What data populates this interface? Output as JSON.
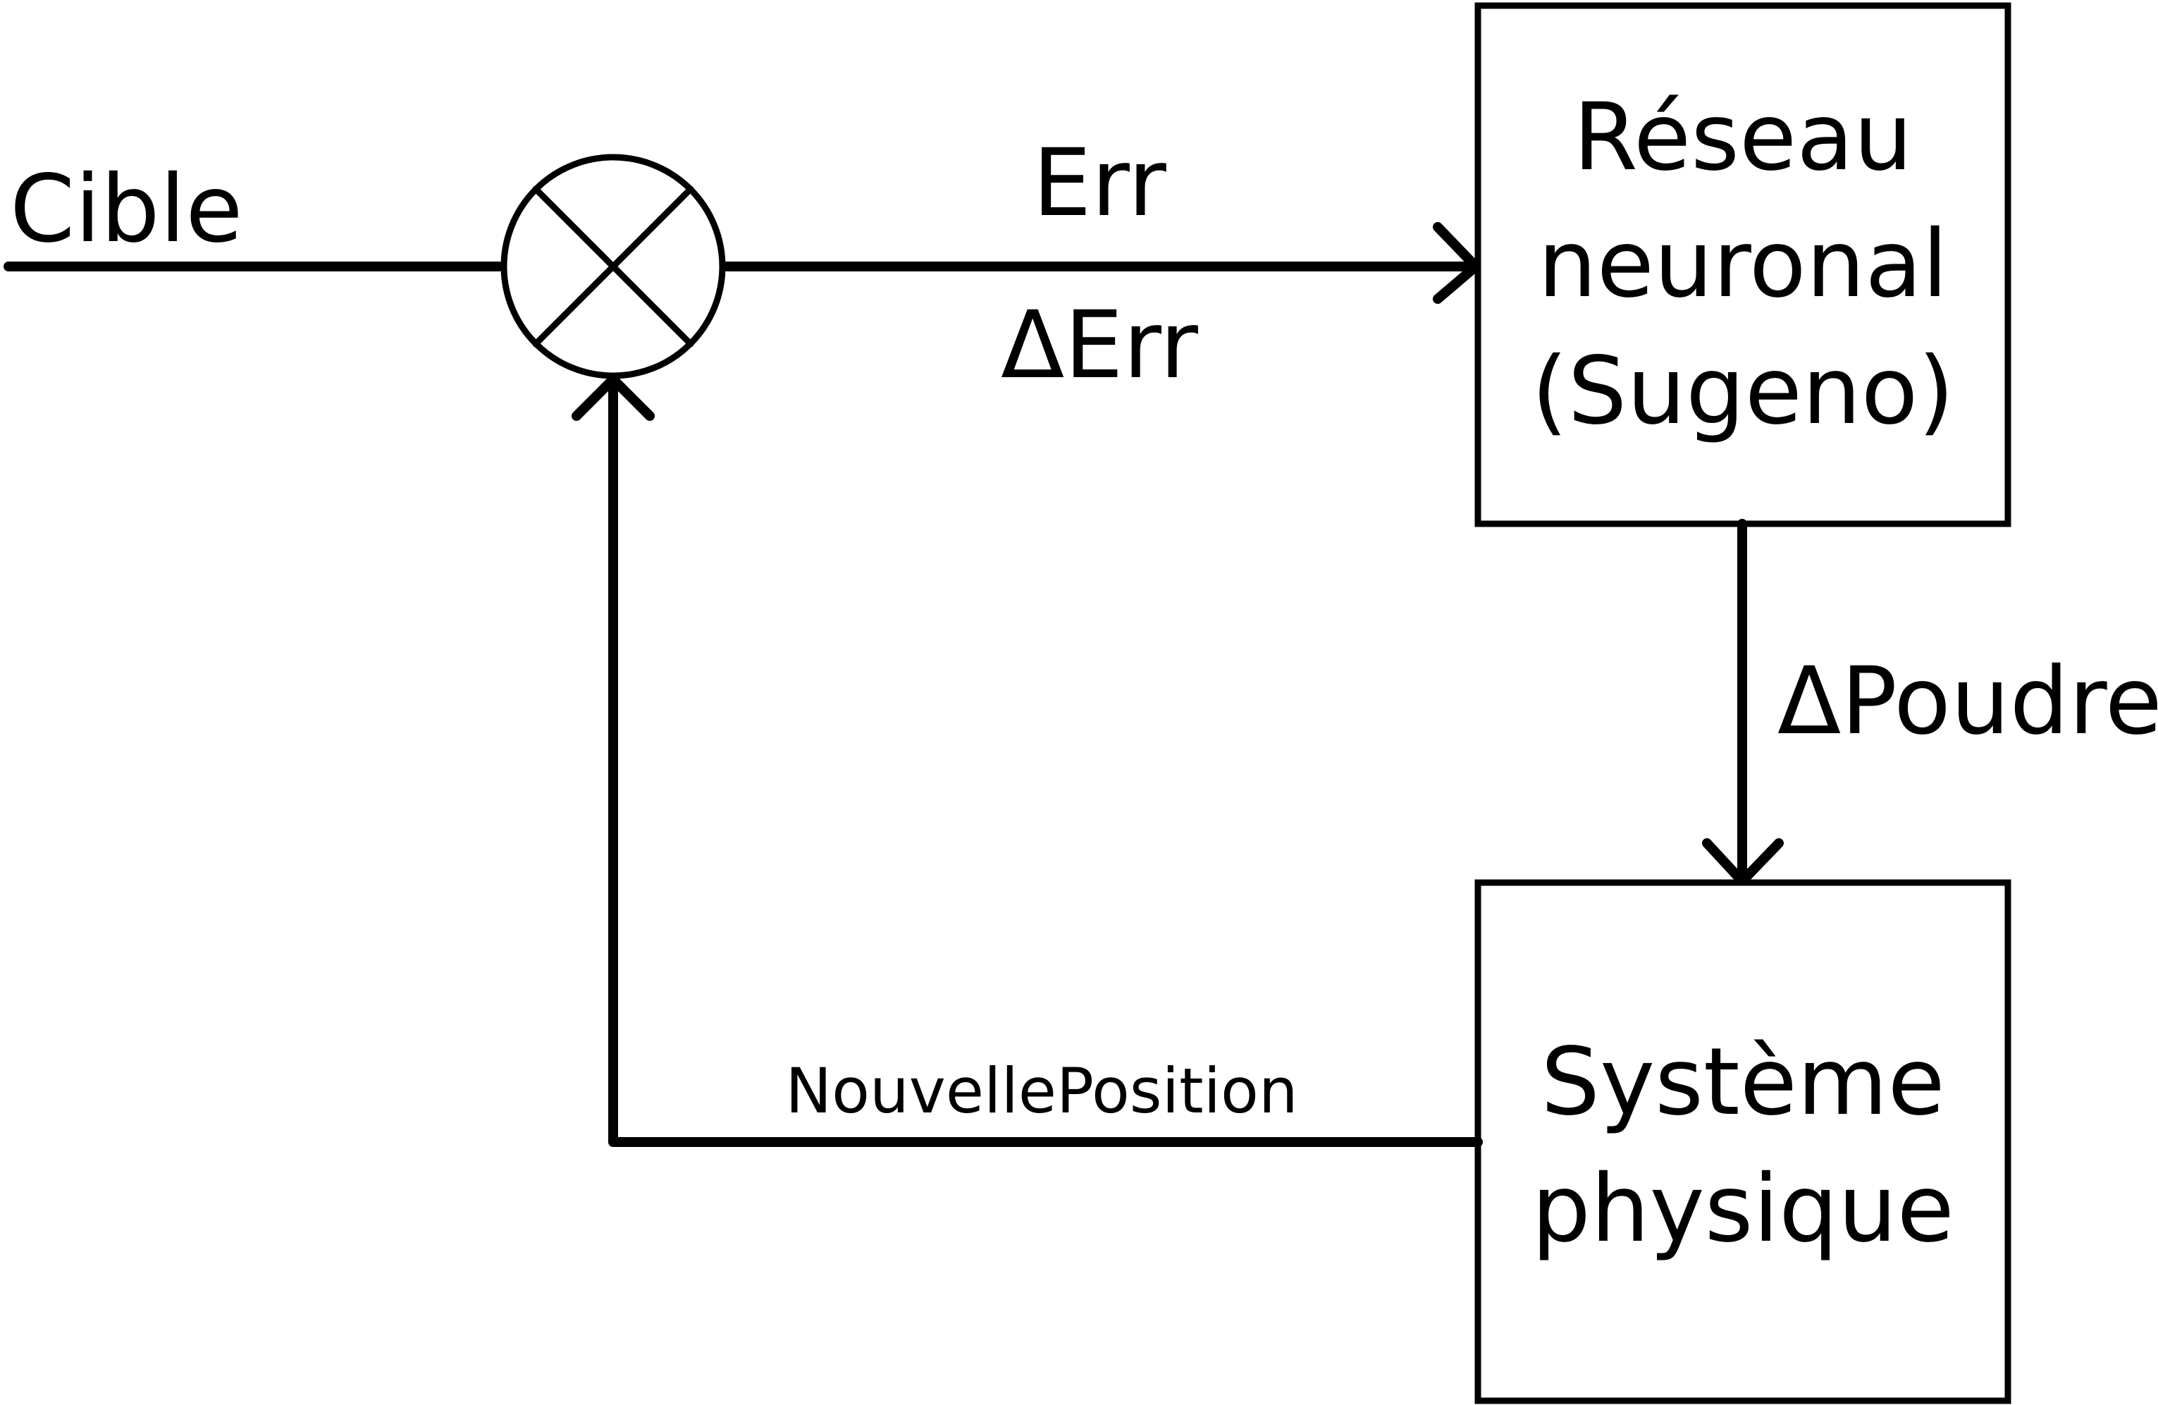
{
  "signals": {
    "input": "Cible",
    "error": "Err",
    "error_delta": "ΔErr",
    "control": "ΔPoudre",
    "feedback": "NouvellePosition"
  },
  "blocks": {
    "controller": {
      "lines": [
        "Réseau",
        "neuronal",
        "(Sugeno)"
      ]
    },
    "plant": {
      "lines": [
        "Système",
        "physique"
      ]
    }
  }
}
